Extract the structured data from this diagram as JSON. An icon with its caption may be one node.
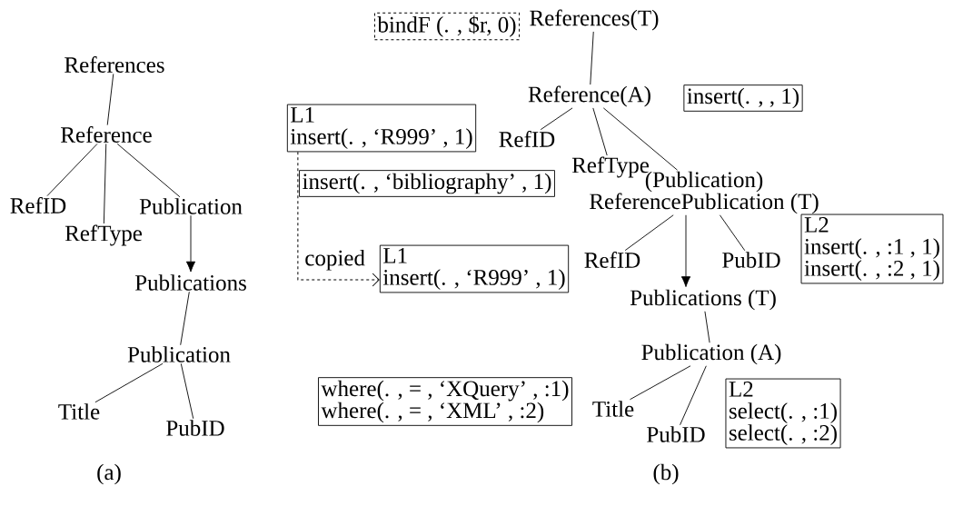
{
  "diagram": {
    "nodes": [
      {
        "text": [
          "References"
        ]
      },
      {
        "text": [
          "Reference"
        ]
      },
      {
        "text": [
          "RefID"
        ]
      },
      {
        "text": [
          "RefType"
        ]
      },
      {
        "text": [
          "Publication"
        ]
      },
      {
        "text": [
          "Publications"
        ]
      },
      {
        "text": [
          "Publication"
        ]
      },
      {
        "text": [
          "Title"
        ]
      },
      {
        "text": [
          "PubID"
        ]
      },
      {
        "text": [
          "References(T)"
        ]
      },
      {
        "text": [
          "Reference(A)"
        ]
      },
      {
        "text": [
          "RefID"
        ]
      },
      {
        "text": [
          "RefType"
        ]
      },
      {
        "text": [
          "(Publication)",
          "ReferencePublication (T)"
        ]
      },
      {
        "text": [
          "RefID"
        ]
      },
      {
        "text": [
          "PubID"
        ]
      },
      {
        "text": [
          "Publications (T)"
        ]
      },
      {
        "text": [
          "Publication (A)"
        ]
      },
      {
        "text": [
          "Title"
        ]
      },
      {
        "text": [
          "PubID"
        ]
      },
      {
        "text": [
          "bindF (. , $r, 0)"
        ]
      },
      {
        "text": [
          "insert(. ,  , 1)"
        ]
      },
      {
        "text": [
          "L1",
          "insert(. , ‘R999’ , 1)"
        ]
      },
      {
        "text": [
          "insert(. , ‘bibliography’ , 1)"
        ]
      },
      {
        "text": [
          "L1",
          "insert(. , ‘R999’ , 1)"
        ]
      },
      {
        "text": [
          "L2",
          "insert(. , :1 , 1)",
          "insert(. , :2 , 1)"
        ]
      },
      {
        "text": [
          "where(. , = , ‘XQuery’ , :1)",
          "where(. , = , ‘XML’ , :2)"
        ]
      },
      {
        "text": [
          "L2",
          "select(. , :1)",
          "select(. , :2)"
        ]
      }
    ],
    "edges": [
      {
        "from": 0,
        "to": 1,
        "arrow": "none"
      },
      {
        "from": 1,
        "to": 2,
        "arrow": "none"
      },
      {
        "from": 1,
        "to": 3,
        "arrow": "none"
      },
      {
        "from": 1,
        "to": 4,
        "arrow": "none"
      },
      {
        "from": 4,
        "to": 5,
        "arrow": "to"
      },
      {
        "from": 5,
        "to": 6,
        "arrow": "none"
      },
      {
        "from": 6,
        "to": 7,
        "arrow": "none"
      },
      {
        "from": 6,
        "to": 8,
        "arrow": "none"
      },
      {
        "from": 9,
        "to": 10,
        "arrow": "none"
      },
      {
        "from": 10,
        "to": 11,
        "arrow": "none"
      },
      {
        "from": 10,
        "to": 12,
        "arrow": "none"
      },
      {
        "from": 10,
        "to": 13,
        "arrow": "none"
      },
      {
        "from": 13,
        "to": 14,
        "arrow": "none"
      },
      {
        "from": 13,
        "to": 16,
        "arrow": "to"
      },
      {
        "from": 13,
        "to": 15,
        "arrow": "none"
      },
      {
        "from": 16,
        "to": 17,
        "arrow": "none"
      },
      {
        "from": 17,
        "to": 18,
        "arrow": "none"
      },
      {
        "from": 17,
        "to": 19,
        "arrow": "none"
      },
      {
        "from": 22,
        "to": 24,
        "arrow": "to",
        "style": "dashed",
        "label": "copied"
      }
    ],
    "labels": [
      "(a)",
      "(b)"
    ]
  }
}
